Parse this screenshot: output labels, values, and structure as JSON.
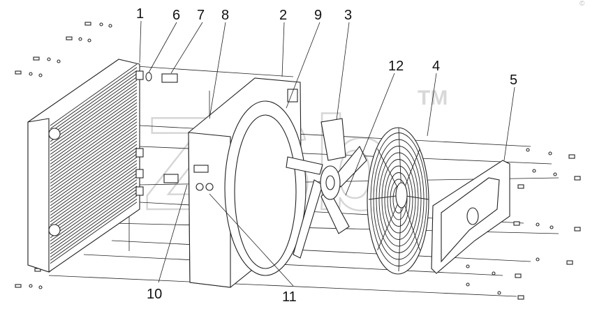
{
  "diagram": {
    "callouts": [
      {
        "id": "c1",
        "text": "1"
      },
      {
        "id": "c6",
        "text": "6"
      },
      {
        "id": "c7",
        "text": "7"
      },
      {
        "id": "c8",
        "text": "8"
      },
      {
        "id": "c2",
        "text": "2"
      },
      {
        "id": "c9",
        "text": "9"
      },
      {
        "id": "c3",
        "text": "3"
      },
      {
        "id": "c12",
        "text": "12"
      },
      {
        "id": "c4",
        "text": "4"
      },
      {
        "id": "c5",
        "text": "5"
      },
      {
        "id": "c10",
        "text": "10"
      },
      {
        "id": "c11",
        "text": "11"
      }
    ],
    "watermark": {
      "text": "ZSb",
      "tm": "TM"
    },
    "corner_mark": "©"
  }
}
